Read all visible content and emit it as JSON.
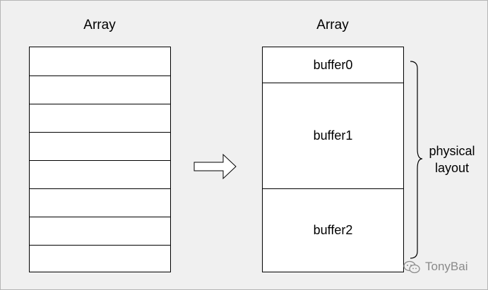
{
  "left_array": {
    "title": "Array",
    "cell_count": 8
  },
  "right_array": {
    "title": "Array",
    "buffers": [
      "buffer0",
      "buffer1",
      "buffer2"
    ]
  },
  "brace_label_line1": "physical",
  "brace_label_line2": "layout",
  "watermark": {
    "icon": "wechat-icon",
    "text": "TonyBai"
  },
  "colors": {
    "background": "#f0f0f0",
    "box_fill": "#ffffff",
    "stroke": "#000000",
    "watermark": "#8a8a8a"
  }
}
